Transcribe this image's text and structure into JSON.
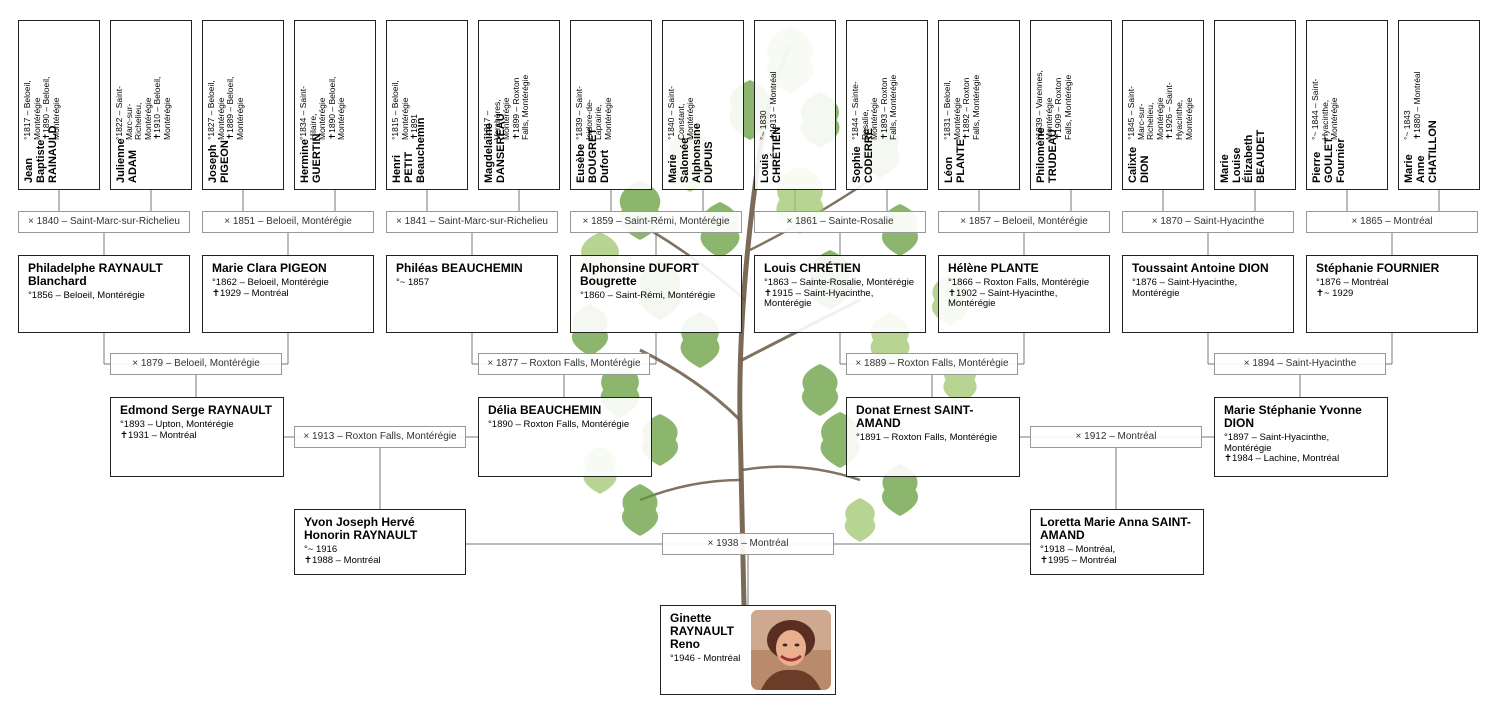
{
  "gen4": [
    {
      "name": "Jean Baptiste RAINAULD",
      "dates": "°1817 – Beloeil, Montérégie\n✝1890 – Beloeil, Montérégie"
    },
    {
      "name": "Julienne ADAM",
      "dates": "°1822 – Saint-Marc-sur-Richelieu, Montérégie\n✝1910 – Beloeil, Montérégie"
    },
    {
      "name": "Joseph PIGEON",
      "dates": "°1827 – Beloeil, Montérégie\n✝1889 – Beloeil, Montérégie"
    },
    {
      "name": "Hermine GUERTIN",
      "dates": "°1834 – Saint-Hilaire, Montérégie\n✝1890 – Beloeil, Montérégie"
    },
    {
      "name": "Henri PETIT Beauchemin",
      "dates": "°1815 – Beloeil, Montérégie\n✝1891"
    },
    {
      "name": "Magdelaine DANSEREAU",
      "dates": "°1817 – Verchères, Montérégie\n✝1899 – Roxton Falls, Montérégie"
    },
    {
      "name": "Eusèbe BOUGRET Dufort",
      "dates": "°1839 – Saint-Isidore-de-Laprairie, Montérégie"
    },
    {
      "name": "Marie Salomée Alphonsine DUPUIS",
      "dates": "°1840 – Saint-Constant, Montérégie"
    },
    {
      "name": "Louis CHRÉTIEN",
      "dates": "°~ 1830\n✝1913 – Montréal"
    },
    {
      "name": "Sophie CODERRE",
      "dates": "°1844 – Sainte-Rosalie, Montérégie\n✝1893 – Roxton Falls, Montérégie"
    },
    {
      "name": "Léon PLANTE",
      "dates": "°1831 – Beloeil, Montérégie\n✝1892 – Roxton Falls, Montérégie"
    },
    {
      "name": "Philomène TRUDEAU",
      "dates": "°1839 – Varennes, Montérégie\n✝1909 – Roxton Falls, Montérégie"
    },
    {
      "name": "Calixte DION",
      "dates": "°1845 – Saint-Marc-sur-Richelieu, Montérégie\n✝1926 – Saint-Hyacinthe, Montérégie"
    },
    {
      "name": "Marie Louise Élizabeth BEAUDET",
      "dates": ""
    },
    {
      "name": "Pierre GOULET Fournier",
      "dates": "°~ 1844 – Saint-Hyacinthe, Montérégie"
    },
    {
      "name": "Marie Anne CHATILLON",
      "dates": "°~ 1843\n✝1880 – Montréal"
    }
  ],
  "marriages4": [
    "× 1840 – Saint-Marc-sur-Richelieu",
    "× 1851 – Beloeil, Montérégie",
    "× 1841 – Saint-Marc-sur-Richelieu",
    "× 1859 – Saint-Rémi, Montérégie",
    "× 1861 – Sainte-Rosalie",
    "× 1857 – Beloeil, Montérégie",
    "× 1870 – Saint-Hyacinthe",
    "× 1865 – Montréal"
  ],
  "gen3": [
    {
      "name": "Philadelphe RAYNAULT Blanchard",
      "dates": "°1856 – Beloeil, Montérégie"
    },
    {
      "name": "Marie Clara PIGEON",
      "dates": "°1862 – Beloeil, Montérégie\n✝1929 – Montréal"
    },
    {
      "name": "Philéas BEAUCHEMIN",
      "dates": "°~ 1857"
    },
    {
      "name": "Alphonsine DUFORT Bougrette",
      "dates": "°1860 – Saint-Rémi, Montérégie"
    },
    {
      "name": "Louis CHRÉTIEN",
      "dates": "°1863 – Sainte-Rosalie, Montérégie\n✝1915 – Saint-Hyacinthe, Montérégie"
    },
    {
      "name": "Hélène PLANTE",
      "dates": "°1866 – Roxton Falls, Montérégie\n✝1902 – Saint-Hyacinthe, Montérégie"
    },
    {
      "name": "Toussaint Antoine DION",
      "dates": "°1876 – Saint-Hyacinthe, Montérégie"
    },
    {
      "name": "Stéphanie FOURNIER",
      "dates": "°1876 – Montréal\n✝~ 1929"
    }
  ],
  "marriages3": [
    "× 1879 – Beloeil, Montérégie",
    "× 1877 – Roxton Falls, Montérégie",
    "× 1889 – Roxton Falls, Montérégie",
    "× 1894 – Saint-Hyacinthe"
  ],
  "gen2": [
    {
      "name": "Edmond Serge RAYNAULT",
      "dates": "°1893 – Upton, Montérégie\n✝1931 – Montréal"
    },
    {
      "name": "Délia BEAUCHEMIN",
      "dates": "°1890 – Roxton Falls, Montérégie"
    },
    {
      "name": "Donat Ernest SAINT-AMAND",
      "dates": "°1891 – Roxton Falls, Montérégie"
    },
    {
      "name": "Marie Stéphanie Yvonne DION",
      "dates": "°1897 – Saint-Hyacinthe, Montérégie\n✝1984 – Lachine, Montréal"
    }
  ],
  "marriages2": [
    "× 1913 – Roxton Falls, Montérégie",
    "× 1912 – Montréal"
  ],
  "gen1": [
    {
      "name": "Yvon Joseph Hervé Honorin RAYNAULT",
      "dates": "°~ 1916\n✝1988 – Montréal"
    },
    {
      "name": "Loretta Marie Anna SAINT-AMAND",
      "dates": "°1918 – Montréal,\n✝1995 – Montréal"
    }
  ],
  "marriages1": [
    "× 1938 – Montréal"
  ],
  "root": {
    "name": "Ginette RAYNAULT Reno",
    "dates": "°1946 - Montréal",
    "photo_icon": "portrait-photo"
  },
  "colors": {
    "border": "#222222",
    "line": "#777777",
    "leaf": "#5f9a35",
    "leaf_light": "#9cc46a",
    "branch": "#6b5a45"
  }
}
